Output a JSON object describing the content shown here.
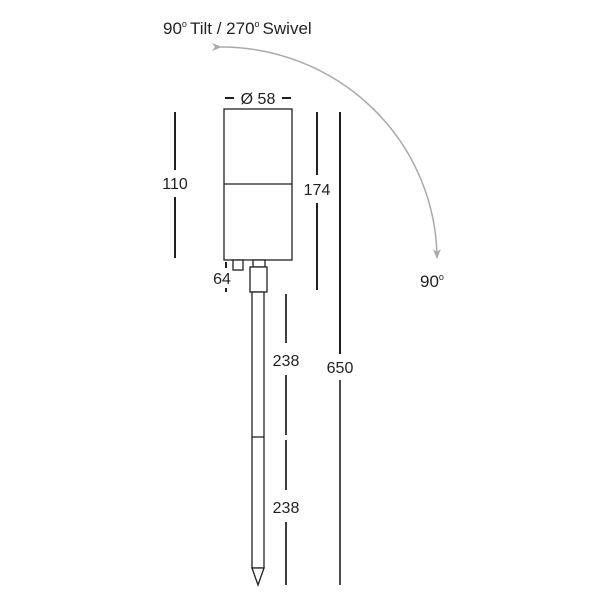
{
  "title": {
    "tilt_value": "90",
    "tilt_label": "Tilt /",
    "swivel_value": "270",
    "swivel_label": "Swivel",
    "degree": "o"
  },
  "arc_end_label": {
    "value": "90",
    "degree": "o"
  },
  "dimensions": {
    "diameter": "Ø 58",
    "head_height": "110",
    "overall_head": "174",
    "base_offset": "64",
    "overall_height": "650",
    "spike_upper": "238",
    "spike_lower": "238"
  },
  "colors": {
    "line": "#231f20",
    "arc": "#a7a9ac"
  }
}
